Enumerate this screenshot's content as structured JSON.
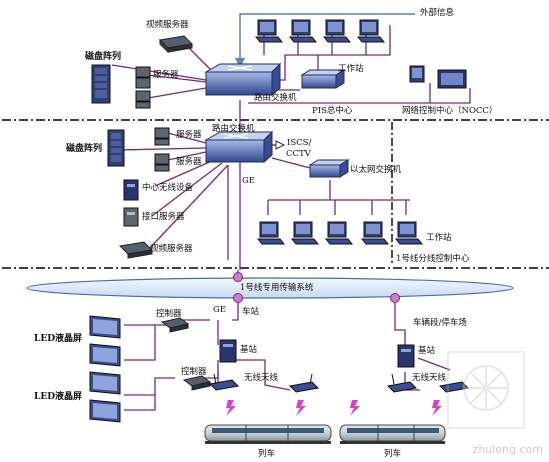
{
  "labels": {
    "video_server_top": "视频服务器",
    "disk_array_top": "磁盘阵列",
    "server_top": "服务器",
    "router_top": "路由交换机",
    "external_info": "外部信息",
    "workstation_top": "工作站",
    "pis_center": "PIS总中心",
    "nocc": "网络控制中心（NOCC）",
    "disk_array_mid": "磁盘阵列",
    "server_mid_1": "服务器",
    "server_mid_2": "服务器",
    "router_mid": "路由交换机",
    "iscs": "ISCS/",
    "cctv": "CCTV",
    "ge_mid": "GE",
    "wireless_center": "中心无线设备",
    "ethernet_switch": "以太网交换机",
    "interface_server": "接口服务器",
    "workstation_mid": "工作站",
    "video_server_mid": "视频服务器",
    "line1_control": "1号线分线控制中心",
    "transmission": "1号线专用传输系统",
    "ge_station": "GE",
    "station": "车站",
    "depot": "车辆段/停车场",
    "controller_1": "控制器",
    "controller_2": "控制器",
    "led_1": "LED液晶屏",
    "led_2": "LED液晶屏",
    "base_station_1": "基站",
    "base_station_2": "基站",
    "antenna_1": "无线天线",
    "antenna_2": "无线天线",
    "train_1": "列车",
    "train_2": "列车",
    "watermark": "zhulong.com"
  }
}
